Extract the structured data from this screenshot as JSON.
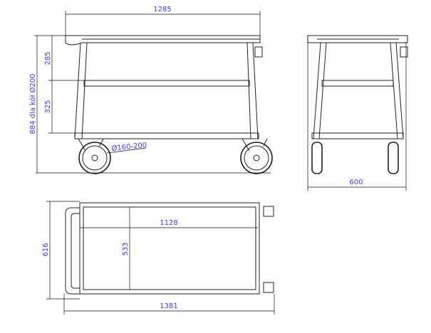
{
  "title": "Trolley technical drawing",
  "dimensions": {
    "overall_length_side": "1285",
    "overall_height": "884 dla kół Ø200",
    "upper_shelf_gap": "285",
    "lower_shelf_gap": "325",
    "wheel_diameter": "Ø160-200",
    "overall_width_end": "600",
    "overall_length_top": "1381",
    "inner_length": "1128",
    "inner_width": "533",
    "overall_width_top": "616"
  },
  "colors": {
    "dimension_text": "#3b3bff",
    "lines": "#222222"
  }
}
